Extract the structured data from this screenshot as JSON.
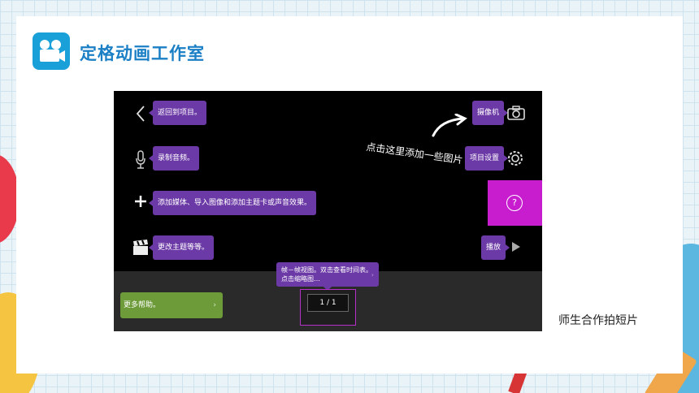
{
  "slide": {
    "title": "定格动画工作室",
    "caption": "师生合作拍短片"
  },
  "app": {
    "tips": {
      "back": "返回到项目。",
      "record_audio": "录制音频。",
      "add_media": "添加媒体、导入图像和添加主题卡或声音效果。",
      "theme": "更改主题等等。",
      "camera": "摄像机",
      "project_settings": "项目设置",
      "play": "播放",
      "frame_view": "帧－帧视图。双击查看时间表。点击缩略图…",
      "more_help": "更多帮助。"
    },
    "handwritten_note": "点击这里添加一些图片",
    "frame_counter": "1 / 1",
    "help_symbol": "?",
    "colors": {
      "tip_purple": "#6c3aa6",
      "help_magenta": "#c81ccf",
      "more_help_green": "#6e9b3a",
      "title_blue": "#1b7fc6"
    },
    "icons": [
      "back-chevron-icon",
      "microphone-icon",
      "plus-icon",
      "clapperboard-icon",
      "camera-icon",
      "gear-icon",
      "play-icon",
      "arrow-icon"
    ]
  }
}
